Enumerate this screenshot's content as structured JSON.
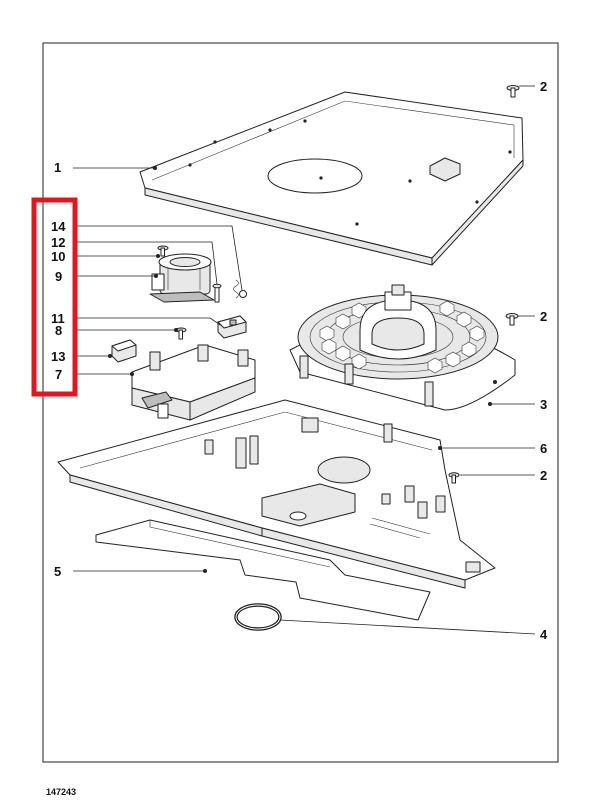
{
  "diagram": {
    "reference_number": "147243",
    "highlight_color": "#e8141b",
    "callouts": [
      {
        "id": "c1",
        "label": "1"
      },
      {
        "id": "c2a",
        "label": "2"
      },
      {
        "id": "c2b",
        "label": "2"
      },
      {
        "id": "c2c",
        "label": "2"
      },
      {
        "id": "c3",
        "label": "3"
      },
      {
        "id": "c4",
        "label": "4"
      },
      {
        "id": "c5",
        "label": "5"
      },
      {
        "id": "c6",
        "label": "6"
      },
      {
        "id": "c7",
        "label": "7"
      },
      {
        "id": "c8",
        "label": "8"
      },
      {
        "id": "c9",
        "label": "9"
      },
      {
        "id": "c10",
        "label": "10"
      },
      {
        "id": "c11",
        "label": "11"
      },
      {
        "id": "c12",
        "label": "12"
      },
      {
        "id": "c13",
        "label": "13"
      },
      {
        "id": "c14",
        "label": "14"
      }
    ]
  }
}
